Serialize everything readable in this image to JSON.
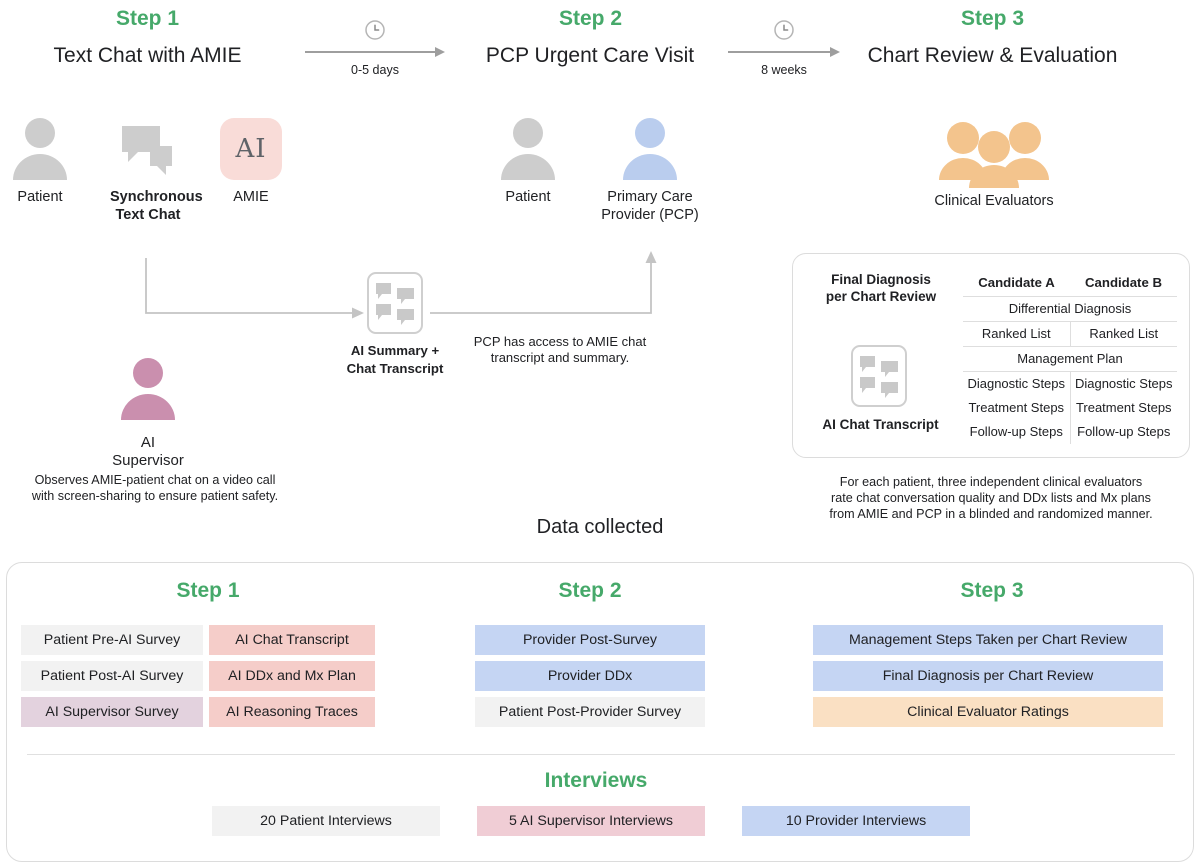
{
  "colors": {
    "green": "#46a96a",
    "gray_person": "#cdcdcd",
    "blue_person": "#bacdee",
    "pink_person": "#ca8fae",
    "orange_group": "#f3c48d",
    "ai_badge_bg": "#f9dcd8",
    "chip_gray": "#f2f2f2",
    "chip_pink": "#f5cdc9",
    "chip_mauve": "#e3d2de",
    "chip_blue": "#c5d5f3",
    "chip_orange": "#fae0c3",
    "line": "#9e9e9e"
  },
  "flow": {
    "steps": [
      {
        "kicker": "Step 1",
        "title": "Text Chat with AMIE"
      },
      {
        "kicker": "Step 2",
        "title": "PCP Urgent Care Visit"
      },
      {
        "kicker": "Step 3",
        "title": "Chart Review & Evaluation"
      }
    ],
    "transitions": [
      {
        "label": "0-5 days",
        "icon": "clock-icon"
      },
      {
        "label": "8 weeks",
        "icon": "clock-icon"
      }
    ],
    "actors": {
      "patient1": {
        "label": "Patient",
        "icon": "person-icon"
      },
      "sync_chat": {
        "label": "Synchronous\nText Chat",
        "icon": "chat-bubbles-icon"
      },
      "amie": {
        "label": "AMIE",
        "icon": "ai-badge-icon",
        "badge": "AI"
      },
      "patient2": {
        "label": "Patient",
        "icon": "person-icon"
      },
      "pcp": {
        "label": "Primary Care\nProvider (PCP)",
        "icon": "person-icon"
      },
      "evaluators": {
        "label": "Clinical Evaluators",
        "icon": "people-group-icon"
      },
      "supervisor": {
        "label": "AI Supervisor",
        "icon": "person-icon"
      },
      "transcript": {
        "label": "AI Summary +\nChat Transcript",
        "icon": "chat-transcript-icon"
      }
    },
    "notes": {
      "supervisor_note": "Observes AMIE-patient chat on a video call\nwith screen-sharing to ensure patient safety.",
      "pcp_access_note": "PCP has access to AMIE chat\ntranscript and summary.",
      "evaluator_note": "For each patient, three independent clinical evaluators\nrate chat conversation quality and DDx lists and Mx plans\nfrom AMIE and PCP in a blinded and randomized manner."
    }
  },
  "eval_card": {
    "left_title": "Final Diagnosis\nper Chart Review",
    "left_icon": "chat-transcript-icon",
    "left_caption": "AI Chat Transcript",
    "column_headers": [
      "Candidate A",
      "Candidate B"
    ],
    "rows": [
      {
        "type": "span",
        "label": "Differential Diagnosis"
      },
      {
        "type": "split",
        "a": "Ranked List",
        "b": "Ranked List"
      },
      {
        "type": "span",
        "label": "Management Plan"
      },
      {
        "type": "split",
        "a": "Diagnostic Steps",
        "b": "Diagnostic Steps"
      },
      {
        "type": "split",
        "a": "Treatment Steps",
        "b": "Treatment Steps"
      },
      {
        "type": "split",
        "a": "Follow-up Steps",
        "b": "Follow-up Steps"
      }
    ]
  },
  "data_collected": {
    "caption": "Data collected",
    "step1": {
      "heading": "Step 1",
      "col_a": [
        {
          "label": "Patient Pre-AI Survey",
          "color": "#f2f2f2"
        },
        {
          "label": "Patient Post-AI Survey",
          "color": "#f2f2f2"
        },
        {
          "label": "AI Supervisor Survey",
          "color": "#e3d2de"
        }
      ],
      "col_b": [
        {
          "label": "AI Chat Transcript",
          "color": "#f5cdc9"
        },
        {
          "label": "AI DDx and Mx Plan",
          "color": "#f5cdc9"
        },
        {
          "label": "AI Reasoning Traces",
          "color": "#f5cdc9"
        }
      ]
    },
    "step2": {
      "heading": "Step 2",
      "items": [
        {
          "label": "Provider Post-Survey",
          "color": "#c5d5f3"
        },
        {
          "label": "Provider DDx",
          "color": "#c5d5f3"
        },
        {
          "label": "Patient Post-Provider Survey",
          "color": "#f2f2f2"
        }
      ]
    },
    "step3": {
      "heading": "Step 3",
      "items": [
        {
          "label": "Management Steps Taken per Chart Review",
          "color": "#c5d5f3"
        },
        {
          "label": "Final Diagnosis per Chart Review",
          "color": "#c5d5f3"
        },
        {
          "label": "Clinical Evaluator Ratings",
          "color": "#fae0c3"
        }
      ]
    },
    "interviews": {
      "heading": "Interviews",
      "items": [
        {
          "label": "20 Patient Interviews",
          "color": "#f2f2f2"
        },
        {
          "label": "5 AI Supervisor Interviews",
          "color": "#f0cdd5"
        },
        {
          "label": "10 Provider Interviews",
          "color": "#c5d5f3"
        }
      ]
    }
  }
}
